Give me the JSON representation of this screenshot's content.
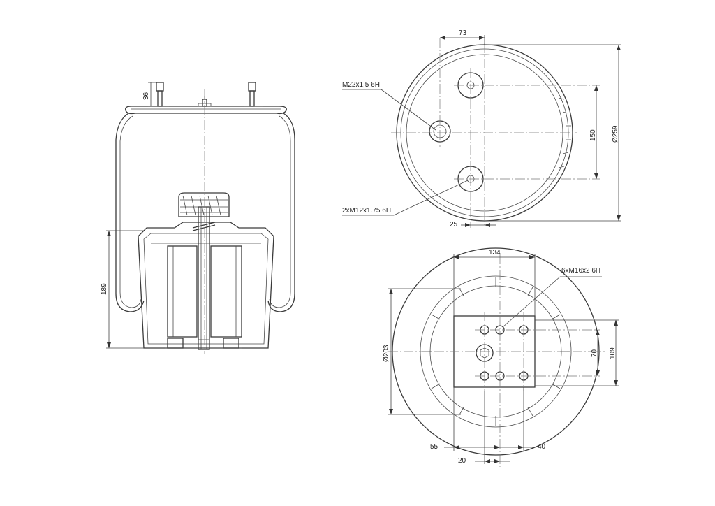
{
  "side_view": {
    "dim_36": "36",
    "dim_189": "189"
  },
  "top_view": {
    "dim_73": "73",
    "dim_150": "150",
    "dim_259": "Ø259",
    "dim_25": "25",
    "label_m22": "M22x1.5 6H",
    "label_m12": "2xM12x1.75 6H"
  },
  "bottom_view": {
    "dim_134": "134",
    "label_m16": "6xM16x2 6H",
    "dim_203": "Ø203",
    "dim_70": "70",
    "dim_109": "109",
    "dim_55": "55",
    "dim_40": "40",
    "dim_20": "20"
  }
}
